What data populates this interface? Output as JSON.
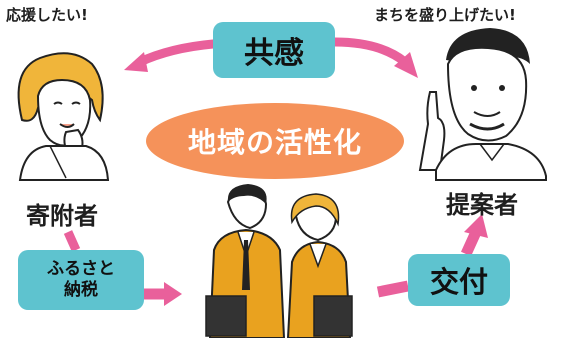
{
  "speech": {
    "left": "応援したい!",
    "right": "まちを盛り上げたい!"
  },
  "labels": {
    "empathy": "共感",
    "center": "地域の活性化",
    "donor": "寄附者",
    "proposer": "提案者",
    "furusato_line1": "ふるさと",
    "furusato_line2": "納税",
    "grant": "交付"
  },
  "colors": {
    "teal": "#5ec3cf",
    "pink_arrow": "#e9609b",
    "orange": "#f5925a",
    "suit": "#e9a21f"
  },
  "icons": [
    "woman-illustration",
    "man-pointing-illustration",
    "business-people-illustration"
  ]
}
